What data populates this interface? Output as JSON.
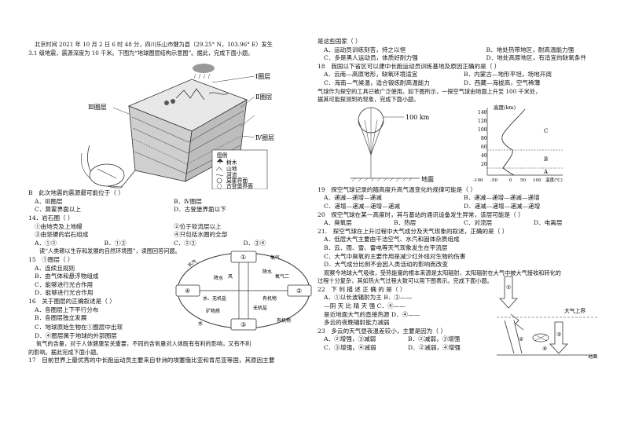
{
  "left": {
    "intro1": "北京时间 2021 年 10 月 2 日 6 时 48 分，四川乐山市犍为县（29.25° N，103.96° E）发生",
    "intro2": "3.1 级地震，震源深度为 10 千米。下图为“地球圈层结构示意图”。据此，完成下面小题。",
    "fig1": {
      "layer1": "Ⅰ圈层",
      "layer2": "Ⅱ圈层",
      "layer3": "Ⅲ圈层",
      "layer4": "Ⅳ圈层",
      "legend_title": "图例",
      "leg_tree": "树木",
      "leg_mountain": "山地",
      "leg_river": "河流",
      "leg_moho": "莫霍界面",
      "leg_gutenberg": "古登堡界面"
    },
    "q13": {
      "stem": "B　此次地震的震源最可能位于（ ）",
      "a": "A．Ⅲ圈层",
      "b": "B．Ⅳ圈层",
      "c": "C．莫霍界面以上",
      "d": "D．古登堡界面以下"
    },
    "q14": {
      "stem": "14．岩石圈（ ）",
      "o1": "①由地壳及上地幔",
      "o2": "②位于软流层以上",
      "o3": "③由坚硬的岩石组成",
      "o4": "④只包括水圈的全部",
      "a": "A．①②",
      "b": "B．①③",
      "c": "C．②③",
      "d": "D．③④"
    },
    "intro3": "读“人类赖以生存和发展的自然环境图”，读图回答问题。",
    "q15": {
      "stem": "15　①圈层（ ）",
      "a": "A．连续且规则",
      "b": "B．由气体和悬浮物组成",
      "c": "C．能够进行光合作用",
      "d": "D．能够进行光合作用"
    },
    "fig2": {
      "n1": "①",
      "n2": "②",
      "n3": "③",
      "n4": "④",
      "t1": "水汽",
      "t2": "降水",
      "t3": "风",
      "t4": "氧",
      "t5": "氧气",
      "t6": "水",
      "t7": "降水",
      "t8": "氧气二",
      "t9": "有机物",
      "t10": "无机盐",
      "t11": "水、无机盐",
      "t12": "有机物",
      "t13": "矿物质",
      "t14": "水",
      "t15": "有机物"
    },
    "q16": {
      "stem": "16　关于圈层的正确叙述是（ ）",
      "a": "A．各圈层上下平行分布",
      "b": "B．各圈层独立发展",
      "c": "C．地球原始生物在①圈层中出现",
      "d": "D．④圈层属于地球的外部圈层"
    },
    "intro4a": "氧气的含量，对于人体健康至关重要，不同的含氧量对人体既有有利的影响，又有不利",
    "intro4b": "的影响。据此完成下面小题。",
    "q17": "17　目前世界上最优秀的中长跑运动员主要来自非洲的埃塞俄比亚和肯尼亚等国，其原因主要"
  },
  "right": {
    "q17cont": "是这些国家（ ）",
    "q17a": "A．运动员训练刻苦，持之以恒",
    "q17b": "B．地处热带地区，耐高温能力强",
    "q17c": "C．多是黑人运动员，体质好耐力强",
    "q17d": "D．地处高原地区，有适宜的缺氧条件",
    "q18stem": "18　我国以下省区可以建中长跑运动员训练基地及原因正确的是（ ）",
    "q18a": "A．云南—高原地形，缺氧环境适宜",
    "q18b": "B．内蒙古—地形平坦，场地开阔",
    "q18c": "C．海南—气候温，适合锻炼耐高温能力",
    "q18d": "D．西藏—海拔高，空气稀薄",
    "intro5a": "气球作为探空的工具已被广泛使用。如下图所示，一探空气球由地面上升至 100 千米处，",
    "intro5b": "据其可能探测到的现象，完成下面小题。",
    "fig3": {
      "label_100km": "100 km",
      "ground": "地面",
      "yunit": "高度(km)",
      "xunit": "温度(℃)",
      "yt": [
        "140",
        "120",
        "100",
        "80",
        "60",
        "40",
        "20"
      ],
      "xt": [
        "-100",
        "-50",
        "0",
        "50",
        "100"
      ],
      "A": "A",
      "B": "B",
      "C": "C"
    },
    "q19stem": "19　探空气球记录的随高度升高气温变化的规律可能是（ ）",
    "q19a": "A．递减—递增—递减",
    "q19b": "B．递减—递增—递减—递增",
    "q19c": "C．递增—递减—递增—递减",
    "q19d": "D．递减—递增—递减—递增",
    "q20stem": "20　探空气球在某一高度时，其与基站的通讯设备发生异常，该层可能是（ ）",
    "q20a": "A．臭氧层",
    "q20b": "B．热层",
    "q20c": "C．对流层",
    "q20d": "D．电离层",
    "q21stem": "21.　探空气球在上升过程中大气成分及天气现象的叙述，正确的是（ ）",
    "q21a": "A．低层大气主要由干洁空气、水汽和固体杂质组成",
    "q21b": "B．云、雨、雪、雷电等天气现象发生在平流层",
    "q21c": "C．大气中臭氧的主要作用是减少红外线对生物的伤害",
    "q21d": "D．大气成分比例不会因人类活动的影响而改变",
    "intro6a": "观察今地球大气吸收，受热能量的根本来源是太阳辐射，太阳辐射在大气中被大气接收和转化的",
    "intro6b": "过程十分复杂，其如热大气过程大致可以用下图表示。完成下面小题。",
    "q22stem": "22　下 列 描 述 正 确 的 是（ ）",
    "q22a": "A．①以长波辐射为主 B．③——",
    "q22b": "—阴 天 比 晴 天 强 C．④——",
    "q22c": "是近地面大气的直接热源 D．④——",
    "q22d": "多云的夜晚辐射能力减弱",
    "fig4": {
      "n1": "①",
      "n2": "②",
      "n3": "③",
      "n4": "④",
      "top": "大气上界",
      "ground": "地面"
    },
    "q23stem": "23　多云的天气昼夜温差较小，主要是因为（ ）",
    "q23a": "A．②增强，③减弱",
    "q23b": "B．②减弱，③增强",
    "q23c": "C．③增强，④减弱",
    "q23d": "D．②减弱，④增强"
  }
}
